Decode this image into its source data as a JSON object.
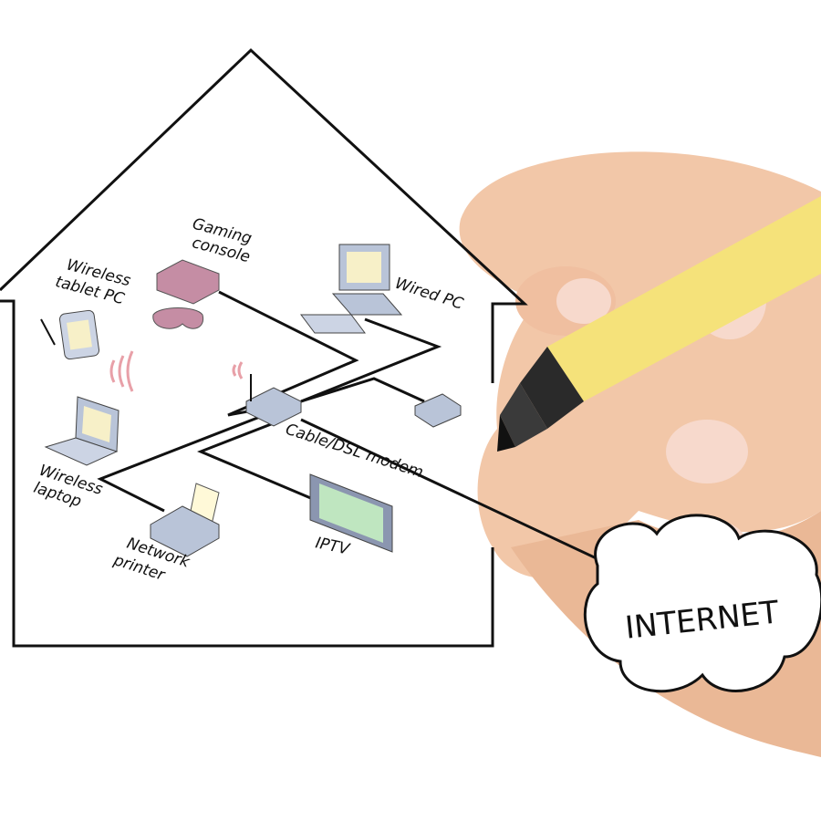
{
  "labels": {
    "gaming_console": [
      "Gaming",
      "console"
    ],
    "tablet": [
      "Wireless",
      "tablet PC"
    ],
    "wired_pc": "Wired PC",
    "modem": "Cable/DSL modem",
    "laptop": [
      "Wireless",
      "laptop"
    ],
    "printer": [
      "Network",
      "printer"
    ],
    "iptv": "IPTV",
    "internet": "INTERNET"
  },
  "colors": {
    "skin": "#f2c7a8",
    "pen": "#f5e27a",
    "cap": "#2a2a2a",
    "console": "#c58da4",
    "device": "#b9c4d8"
  }
}
